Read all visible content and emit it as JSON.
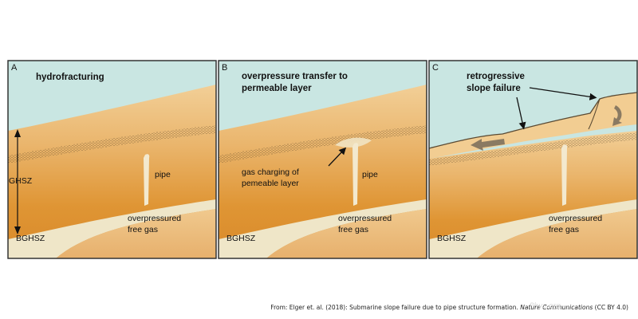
{
  "panels": [
    {
      "letter": "A",
      "title_lines": [
        "hydrofracturing"
      ],
      "labels": {
        "pipe": "pipe",
        "gas_lines": [
          "overpressured",
          "free gas"
        ],
        "bghsz": "BGHSZ",
        "ghsz": "GHSZ"
      }
    },
    {
      "letter": "B",
      "title_lines": [
        "overpressure transfer to",
        "permeable layer"
      ],
      "labels": {
        "pipe": "pipe",
        "gas_lines": [
          "overpressured",
          "free gas"
        ],
        "bghsz": "BGHSZ",
        "charging_lines": [
          "gas charging of",
          "pemeable layer"
        ]
      }
    },
    {
      "letter": "C",
      "title_lines": [
        "retrogressive",
        "slope failure"
      ],
      "labels": {
        "gas_lines": [
          "overpressured",
          "free gas"
        ],
        "bghsz": "BGHSZ"
      }
    }
  ],
  "credit": {
    "prefix": "From: Elger et. al. (2018): Submarine slope failure due to pipe structure formation. ",
    "journal": "Nature Communications",
    "license": " (CC BY 4.0)"
  },
  "watermark": "Phys.org",
  "colors": {
    "water": "#c9e6e2",
    "sediment_light": "#efc88d",
    "sediment_dark": "#dc8f2e",
    "free_gas": "#efe6c8",
    "frame": "#333333"
  }
}
